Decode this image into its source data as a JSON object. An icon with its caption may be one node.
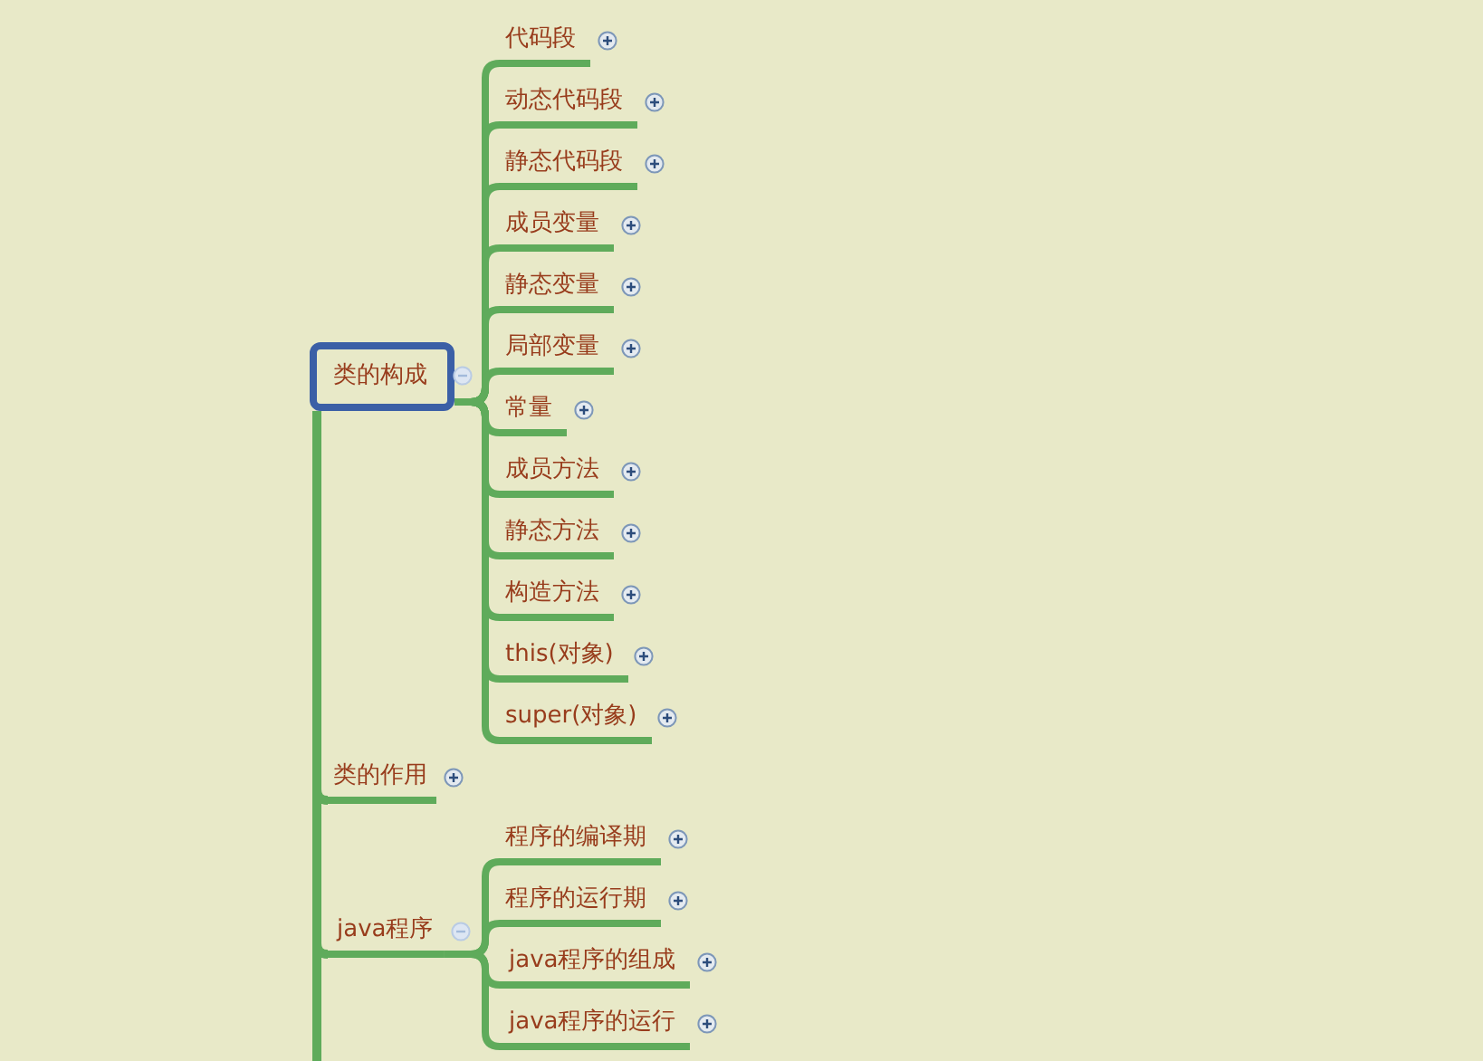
{
  "diagram": {
    "nodes": [
      {
        "text": [
          "类的构成"
        ]
      },
      {
        "text": [
          "代码段"
        ]
      },
      {
        "text": [
          "动态代码段"
        ]
      },
      {
        "text": [
          "静态代码段"
        ]
      },
      {
        "text": [
          "成员变量"
        ]
      },
      {
        "text": [
          "静态变量"
        ]
      },
      {
        "text": [
          "局部变量"
        ]
      },
      {
        "text": [
          "常量"
        ]
      },
      {
        "text": [
          "成员方法"
        ]
      },
      {
        "text": [
          "静态方法"
        ]
      },
      {
        "text": [
          "构造方法"
        ]
      },
      {
        "text": [
          "this(对象)"
        ]
      },
      {
        "text": [
          "super(对象)"
        ]
      },
      {
        "text": [
          "类的作用"
        ]
      },
      {
        "text": [
          "java程序"
        ]
      },
      {
        "text": [
          "程序的编译期"
        ]
      },
      {
        "text": [
          "程序的运行期"
        ]
      },
      {
        "text": [
          "java程序的组成"
        ]
      },
      {
        "text": [
          "java程序的运行"
        ]
      }
    ],
    "edges": [
      {
        "from": null,
        "to": 0,
        "arrow": "none"
      },
      {
        "from": 0,
        "to": 1,
        "arrow": "none"
      },
      {
        "from": 0,
        "to": 2,
        "arrow": "none"
      },
      {
        "from": 0,
        "to": 3,
        "arrow": "none"
      },
      {
        "from": 0,
        "to": 4,
        "arrow": "none"
      },
      {
        "from": 0,
        "to": 5,
        "arrow": "none"
      },
      {
        "from": 0,
        "to": 6,
        "arrow": "none"
      },
      {
        "from": 0,
        "to": 7,
        "arrow": "none"
      },
      {
        "from": 0,
        "to": 8,
        "arrow": "none"
      },
      {
        "from": 0,
        "to": 9,
        "arrow": "none"
      },
      {
        "from": 0,
        "to": 10,
        "arrow": "none"
      },
      {
        "from": 0,
        "to": 11,
        "arrow": "none"
      },
      {
        "from": 0,
        "to": 12,
        "arrow": "none"
      },
      {
        "from": null,
        "to": 13,
        "arrow": "none"
      },
      {
        "from": null,
        "to": 14,
        "arrow": "none"
      },
      {
        "from": 14,
        "to": 15,
        "arrow": "none"
      },
      {
        "from": 14,
        "to": 16,
        "arrow": "none"
      },
      {
        "from": 14,
        "to": 17,
        "arrow": "none"
      },
      {
        "from": 14,
        "to": 18,
        "arrow": "none"
      }
    ]
  }
}
